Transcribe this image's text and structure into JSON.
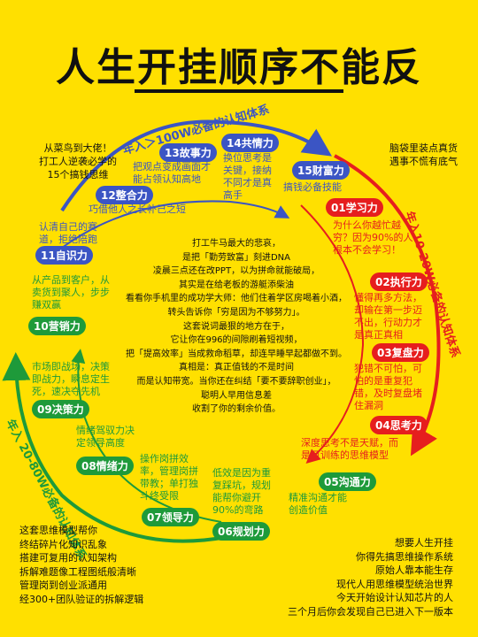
{
  "title": "人生开挂顺序不能反",
  "arcs": {
    "blue_label": "年入＞100W必备的认知体系",
    "red_label": "年入10-20W必备的认知体系",
    "green_label": "年入 20-80W必备的认知体系",
    "colors": {
      "blue": "#3b55c4",
      "red": "#e61e1e",
      "green": "#1e9a3a",
      "background": "#FFE000"
    }
  },
  "corner_notes": {
    "top_left": [
      "从菜鸟到大佬！",
      "打工人逆袭必学的",
      "15个搞钱思维"
    ],
    "top_right": [
      "脑袋里装点真货",
      "遇事不慌有底气"
    ]
  },
  "nodes": [
    {
      "badge": "01学习力",
      "desc": [
        "为什么你越忙越",
        "穷？因为90%的人",
        "根本不会学习！"
      ]
    },
    {
      "badge": "02执行力",
      "desc": [
        "懂得再多方法，",
        "却输在第一步迈",
        "不出，行动力才",
        "是真正真相"
      ]
    },
    {
      "badge": "03复盘力",
      "desc": [
        "犯错不可怕，可",
        "怕的是重复犯",
        "错，及时复盘堵",
        "住漏洞"
      ]
    },
    {
      "badge": "04思考力",
      "desc": [
        "深度思考不是天赋，而",
        "是可训练的思维模型"
      ]
    },
    {
      "badge": "05沟通力",
      "desc": [
        "精准沟通才能",
        "创造价值"
      ]
    },
    {
      "badge": "06规划力",
      "desc": [
        "低效是因为重",
        "复踩坑，规划",
        "能帮你避开",
        "90%的弯路"
      ]
    },
    {
      "badge": "07领导力",
      "desc": [
        "操作岗拼效",
        "率，管理岗拼",
        "带教；单打独",
        "斗终受限"
      ]
    },
    {
      "badge": "08情绪力",
      "desc": [
        "情绪驾驭力决",
        "定领导高度"
      ]
    },
    {
      "badge": "09决策力",
      "desc": [
        "市场即战场，决策",
        "即战力，瞬息定生",
        "死，速决夺先机"
      ]
    },
    {
      "badge": "10营销力",
      "desc": [
        "从产品到客户，从",
        "卖货到聚人，步步",
        "赚双赢"
      ]
    },
    {
      "badge": "11自识力",
      "desc": [
        "认清自己的赛",
        "道，拒绝陪跑"
      ]
    },
    {
      "badge": "12整合力",
      "desc": [
        "巧借他人之长补己之短"
      ]
    },
    {
      "badge": "13故事力",
      "desc": [
        "把观点变成画面才",
        "能占领认知高地"
      ]
    },
    {
      "badge": "14共情力",
      "desc": [
        "换位思考是",
        "关键，接纳",
        "不同才是真",
        "高手"
      ]
    },
    {
      "badge": "15财富力",
      "desc": [
        "搞钱必备技能"
      ]
    }
  ],
  "center_text": [
    "打工牛马最大的悲哀，",
    "是把「勤劳致富」刻进DNA",
    "凌晨三点还在改PPT，以为拼命就能破局，",
    "其实是在给老板的游艇添柴油",
    "看看你手机里的成功学大师：他们住着学区房喝着小酒，",
    "转头告诉你「穷是因为不够努力」。",
    "这套说词最狠的地方在于，",
    "它让你在996的间隙刷着短视频，",
    "把「提高效率」当成救命稻草，却连早睡早起都做不到。",
    "真相是：真正值钱的不是时间",
    "而是认知带宽。当你还在纠结「要不要辞职创业」，",
    "聪明人早用信息差",
    "收割了你的剩余价值。"
  ],
  "bottom_left": [
    "这套思维模型帮你",
    "终结碎片化知识乱象",
    "搭建可复用的认知架构",
    "拆解难题像工程图纸般清晰",
    "管理岗到创业派通用",
    "经300+团队验证的拆解逻辑"
  ],
  "bottom_right": [
    "想要人生开挂",
    "你得先搞思维操作系统",
    "原始人靠本能生存",
    "现代人用思维模型统治世界",
    "今天开始设计认知芯片的人",
    "三个月后你会发现自己已进入下一版本"
  ]
}
